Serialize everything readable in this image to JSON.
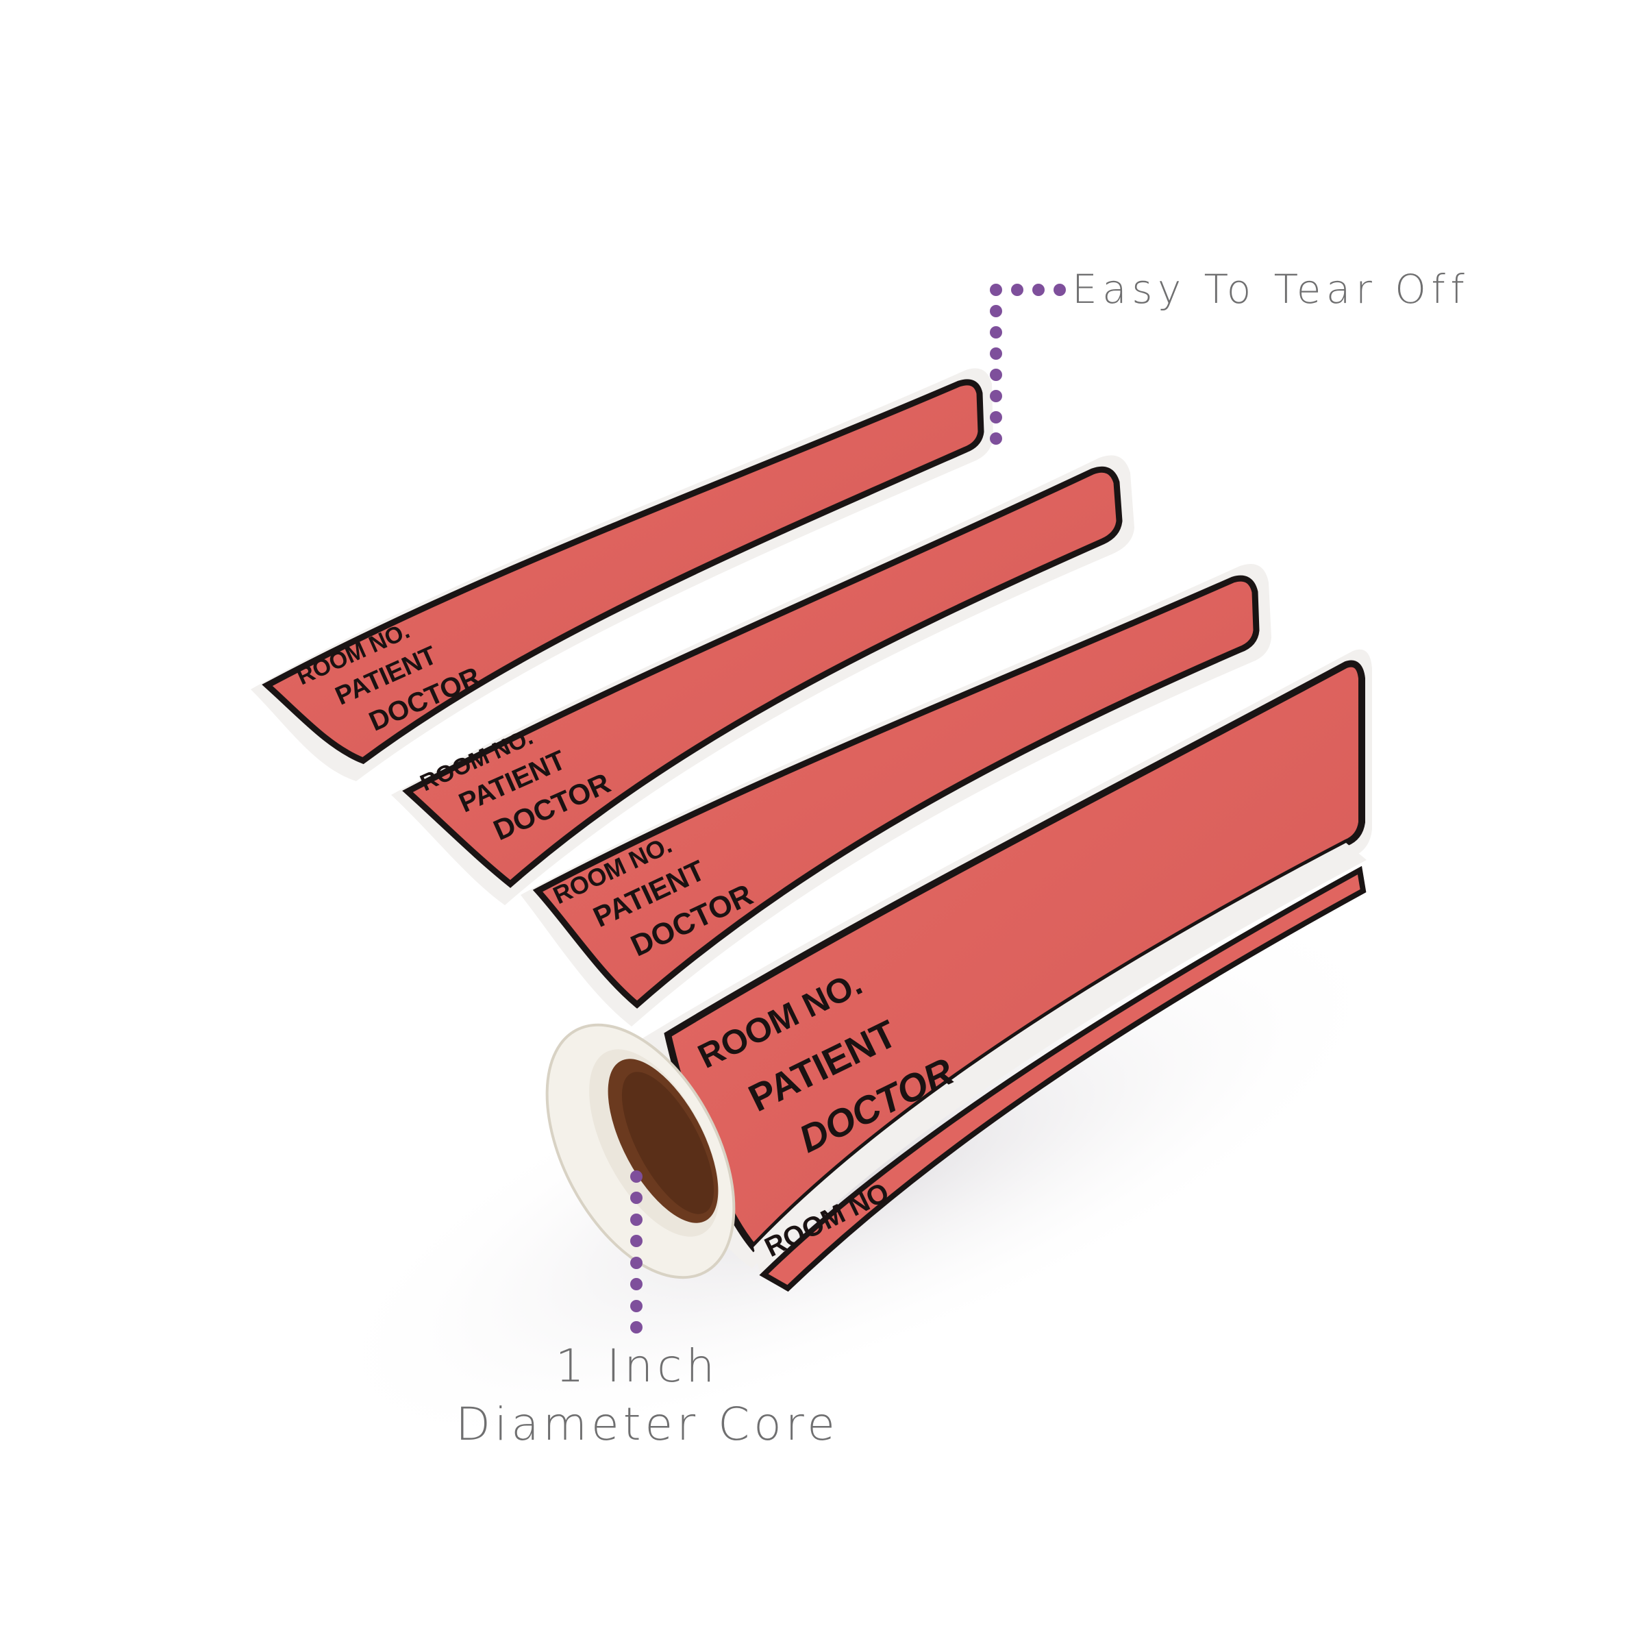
{
  "callouts": {
    "tear_off": {
      "text": "Easy To Tear Off",
      "dot_color": "#7e4f9b"
    },
    "core": {
      "line1": "1 Inch",
      "line2": "Diameter Core",
      "dot_color": "#7e4f9b"
    }
  },
  "labels": {
    "fields": [
      "ROOM NO.",
      "PATIENT",
      "DOCTOR"
    ],
    "count_visible": 4,
    "partial_fragment": "ROOM NO.",
    "colors": {
      "fill": "#e06560",
      "border": "#1a1414",
      "liner": "#f2f0ee",
      "core": "#6b3a1f"
    }
  }
}
